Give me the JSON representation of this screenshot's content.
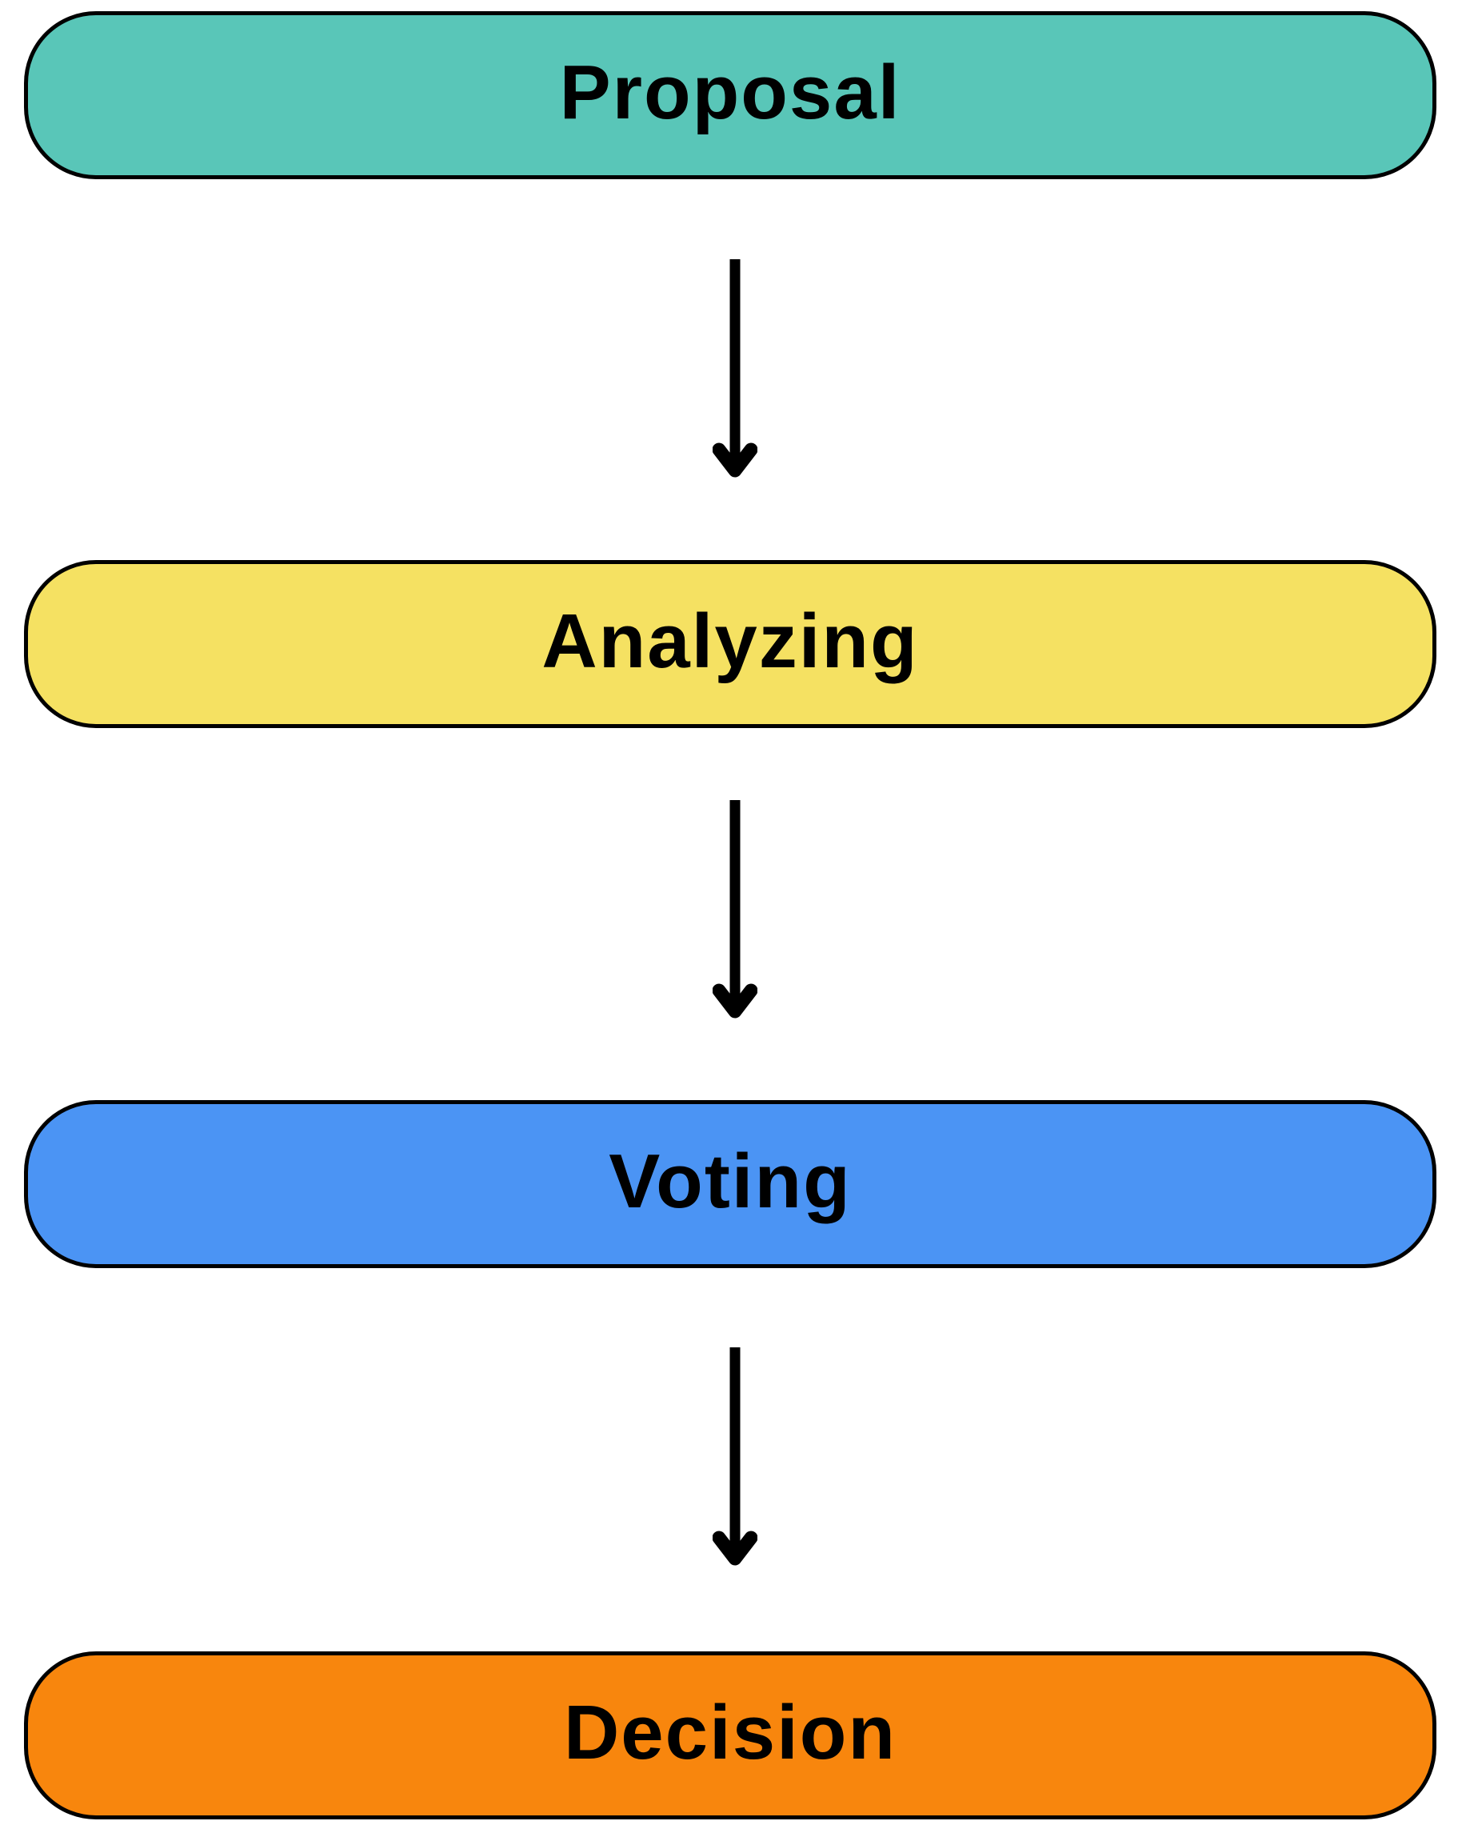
{
  "diagram": {
    "type": "flowchart",
    "direction": "top-to-bottom",
    "background_color": "#FFFFFF",
    "node_border_color": "#000000",
    "node_text_color": "#000000",
    "arrow_color": "#000000",
    "nodes": [
      {
        "id": "proposal",
        "label": "Proposal",
        "fill": "#59C6B8"
      },
      {
        "id": "analyzing",
        "label": "Analyzing",
        "fill": "#F5E162"
      },
      {
        "id": "voting",
        "label": "Voting",
        "fill": "#4B94F4"
      },
      {
        "id": "decision",
        "label": "Decision",
        "fill": "#F8860D"
      }
    ],
    "edges": [
      {
        "from": "proposal",
        "to": "analyzing",
        "icon": "arrow-down-icon"
      },
      {
        "from": "analyzing",
        "to": "voting",
        "icon": "arrow-down-icon"
      },
      {
        "from": "voting",
        "to": "decision",
        "icon": "arrow-down-icon"
      }
    ]
  }
}
